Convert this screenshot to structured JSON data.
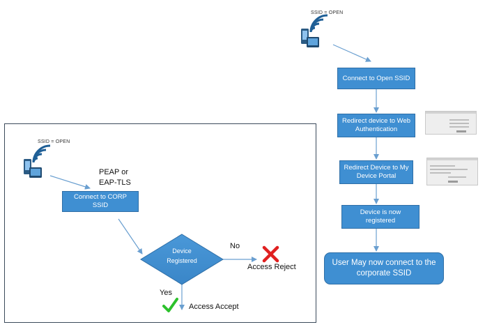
{
  "right_flow": {
    "ssid_label": "SSID = OPEN",
    "steps": [
      "Connect to Open SSID",
      "Redirect device to Web Authentication",
      "Redirect Device to My Device Portal",
      "Device is now registered"
    ],
    "final": "User May now connect to the corporate SSID"
  },
  "left_flow": {
    "ssid_label": "SSID = OPEN",
    "protocol_label": "PEAP or EAP-TLS",
    "connect_box": "Connect to CORP SSID",
    "decision": "Device Registered",
    "no_label": "No",
    "reject_label": "Access Reject",
    "yes_label": "Yes",
    "accept_label": "Access Accept"
  },
  "colors": {
    "box_fill": "#3f8fd2",
    "box_border": "#2e6ea6",
    "connector": "#6a9fd0",
    "reject": "#e02020",
    "accept": "#2cc12c"
  },
  "icons": [
    "wifi-device-icon",
    "red-x-icon",
    "green-check-icon"
  ]
}
